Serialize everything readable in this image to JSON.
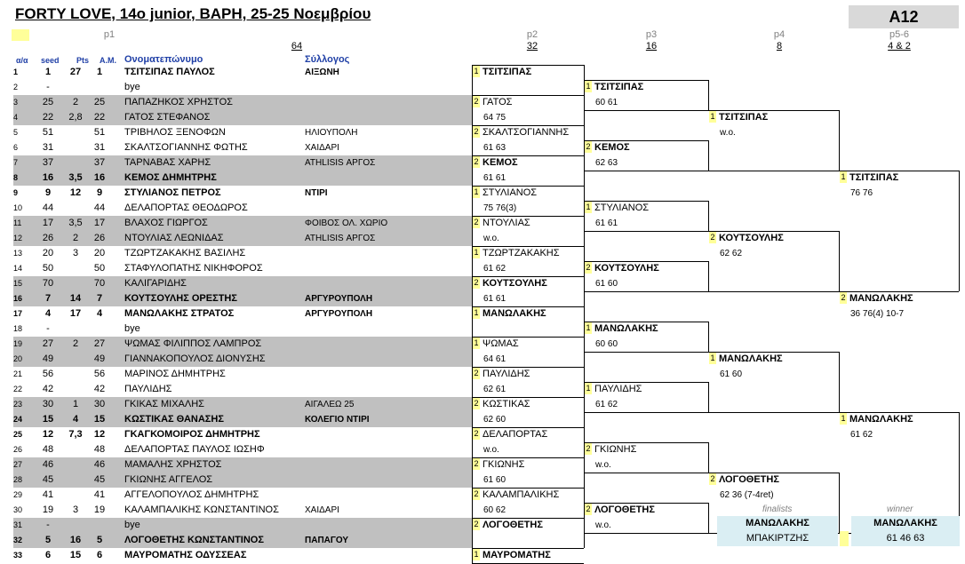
{
  "title": "FORTY LOVE, 14o junior, ΒΑΡΗ, 25-25 Νοεμβρίου",
  "badge": "A12",
  "rounds": [
    {
      "label": "p1",
      "count": "64"
    },
    {
      "label": "p2",
      "count": "32"
    },
    {
      "label": "p3",
      "count": "16"
    },
    {
      "label": "p4",
      "count": "8"
    },
    {
      "label": "p5-6",
      "count": "4 & 2"
    }
  ],
  "columns": {
    "num": "α/α",
    "seed": "seed",
    "pts": "Pts",
    "am": "Α.Μ.",
    "name": "Ονοματεπώνυμο",
    "club": "Σύλλογος"
  },
  "players": [
    {
      "n": "1",
      "seed": "1",
      "pts": "27",
      "am": "1",
      "name": "ΤΣΙΤΣΙΠΑΣ ΠΑΥΛΟΣ",
      "club": "ΑΙΞΩΝΗ",
      "bold": true,
      "gray": false
    },
    {
      "n": "2",
      "seed": "-",
      "pts": "",
      "am": "",
      "name": "bye",
      "club": "",
      "bold": false,
      "gray": false
    },
    {
      "n": "3",
      "seed": "25",
      "pts": "2",
      "am": "25",
      "name": "ΠΑΠΑΖΗΚΟΣ ΧΡΗΣΤΟΣ",
      "club": "",
      "bold": false,
      "gray": true
    },
    {
      "n": "4",
      "seed": "22",
      "pts": "2,8",
      "am": "22",
      "name": "ΓΑΤΟΣ ΣΤΕΦΑΝΟΣ",
      "club": "",
      "bold": false,
      "gray": true
    },
    {
      "n": "5",
      "seed": "51",
      "pts": "",
      "am": "51",
      "name": "ΤΡΙΒΗΛΟΣ ΞΕΝΟΦΩΝ",
      "club": "ΗΛΙΟΥΠΟΛΗ",
      "bold": false,
      "gray": false
    },
    {
      "n": "6",
      "seed": "31",
      "pts": "",
      "am": "31",
      "name": "ΣΚΑΛΤΣΟΓΙΑΝΝΗΣ ΦΩΤΗΣ",
      "club": "ΧΑΙΔΑΡΙ",
      "bold": false,
      "gray": false
    },
    {
      "n": "7",
      "seed": "37",
      "pts": "",
      "am": "37",
      "name": "ΤΑΡΝΑΒΑΣ ΧΑΡΗΣ",
      "club": "ATHLISIS ΑΡΓΟΣ",
      "bold": false,
      "gray": true
    },
    {
      "n": "8",
      "seed": "16",
      "pts": "3,5",
      "am": "16",
      "name": "ΚΕΜΟΣ ΔΗΜΗΤΡΗΣ",
      "club": "",
      "bold": true,
      "gray": true
    },
    {
      "n": "9",
      "seed": "9",
      "pts": "12",
      "am": "9",
      "name": "ΣΤΥΛΙΑΝΟΣ ΠΕΤΡΟΣ",
      "club": "ΝΤΙΡΙ",
      "bold": true,
      "gray": false
    },
    {
      "n": "10",
      "seed": "44",
      "pts": "",
      "am": "44",
      "name": "ΔΕΛΑΠΟΡΤΑΣ ΘΕΟΔΩΡΟΣ",
      "club": "",
      "bold": false,
      "gray": false
    },
    {
      "n": "11",
      "seed": "17",
      "pts": "3,5",
      "am": "17",
      "name": "ΒΛΑΧΟΣ ΓΙΩΡΓΟΣ",
      "club": "ΦΟΙΒΟΣ ΟΛ. ΧΩΡΙΟ",
      "bold": false,
      "gray": true
    },
    {
      "n": "12",
      "seed": "26",
      "pts": "2",
      "am": "26",
      "name": "ΝΤΟΥΛΙΑΣ ΛΕΩΝΙΔΑΣ",
      "club": "ATHLISIS ΑΡΓΟΣ",
      "bold": false,
      "gray": true
    },
    {
      "n": "13",
      "seed": "20",
      "pts": "3",
      "am": "20",
      "name": "ΤΖΩΡΤΖΑΚΑΚΗΣ ΒΑΣΙΛΗΣ",
      "club": "",
      "bold": false,
      "gray": false
    },
    {
      "n": "14",
      "seed": "50",
      "pts": "",
      "am": "50",
      "name": "ΣΤΑΦΥΛΟΠΑΤΗΣ ΝΙΚΗΦΟΡΟΣ",
      "club": "",
      "bold": false,
      "gray": false
    },
    {
      "n": "15",
      "seed": "70",
      "pts": "",
      "am": "70",
      "name": "ΚΑΛΙΓΑΡΙΔΗΣ",
      "club": "",
      "bold": false,
      "gray": true
    },
    {
      "n": "16",
      "seed": "7",
      "pts": "14",
      "am": "7",
      "name": "ΚΟΥΤΣΟΥΛΗΣ ΟΡΕΣΤΗΣ",
      "club": "ΑΡΓΥΡΟΥΠΟΛΗ",
      "bold": true,
      "gray": true
    },
    {
      "n": "17",
      "seed": "4",
      "pts": "17",
      "am": "4",
      "name": "ΜΑΝΩΛΑΚΗΣ ΣΤΡΑΤΟΣ",
      "club": "ΑΡΓΥΡΟΥΠΟΛΗ",
      "bold": true,
      "gray": false
    },
    {
      "n": "18",
      "seed": "-",
      "pts": "",
      "am": "",
      "name": "bye",
      "club": "",
      "bold": false,
      "gray": false
    },
    {
      "n": "19",
      "seed": "27",
      "pts": "2",
      "am": "27",
      "name": "ΨΩΜΑΣ ΦΙΛΙΠΠΟΣ ΛΑΜΠΡΟΣ",
      "club": "",
      "bold": false,
      "gray": true
    },
    {
      "n": "20",
      "seed": "49",
      "pts": "",
      "am": "49",
      "name": "ΓΙΑΝΝΑΚΟΠΟΥΛΟΣ ΔΙΟΝΥΣΗΣ",
      "club": "",
      "bold": false,
      "gray": true
    },
    {
      "n": "21",
      "seed": "56",
      "pts": "",
      "am": "56",
      "name": "ΜΑΡΙΝΟΣ ΔΗΜΗΤΡΗΣ",
      "club": "",
      "bold": false,
      "gray": false
    },
    {
      "n": "22",
      "seed": "42",
      "pts": "",
      "am": "42",
      "name": "ΠΑΥΛΙΔΗΣ",
      "club": "",
      "bold": false,
      "gray": false
    },
    {
      "n": "23",
      "seed": "30",
      "pts": "1",
      "am": "30",
      "name": "ΓΚΙΚΑΣ ΜΙΧΑΛΗΣ",
      "club": "ΑΙΓΑΛΕΩ 25",
      "bold": false,
      "gray": true
    },
    {
      "n": "24",
      "seed": "15",
      "pts": "4",
      "am": "15",
      "name": "ΚΩΣΤΙΚΑΣ ΘΑΝΑΣΗΣ",
      "club": "ΚΟΛΕΓΙΟ ΝΤΙΡΙ",
      "bold": true,
      "gray": true
    },
    {
      "n": "25",
      "seed": "12",
      "pts": "7,3",
      "am": "12",
      "name": "ΓΚΑΓΚΟΜΟΙΡΟΣ ΔΗΜΗΤΡΗΣ",
      "club": "",
      "bold": true,
      "gray": false
    },
    {
      "n": "26",
      "seed": "48",
      "pts": "",
      "am": "48",
      "name": "ΔΕΛΑΠΟΡΤΑΣ ΠΑΥΛΟΣ ΙΩΣΗΦ",
      "club": "",
      "bold": false,
      "gray": false
    },
    {
      "n": "27",
      "seed": "46",
      "pts": "",
      "am": "46",
      "name": "ΜΑΜΑΛΗΣ ΧΡΗΣΤΟΣ",
      "club": "",
      "bold": false,
      "gray": true
    },
    {
      "n": "28",
      "seed": "45",
      "pts": "",
      "am": "45",
      "name": "ΓΚΙΩΝΗΣ ΑΓΓΕΛΟΣ",
      "club": "",
      "bold": false,
      "gray": true
    },
    {
      "n": "29",
      "seed": "41",
      "pts": "",
      "am": "41",
      "name": "ΑΓΓΕΛΟΠΟΥΛΟΣ ΔΗΜΗΤΡΗΣ",
      "club": "",
      "bold": false,
      "gray": false
    },
    {
      "n": "30",
      "seed": "19",
      "pts": "3",
      "am": "19",
      "name": "ΚΑΛΑΜΠΑΛΙΚΗΣ ΚΩΝΣΤΑΝΤΙΝΟΣ",
      "club": "ΧΑΙΔΑΡΙ",
      "bold": false,
      "gray": false
    },
    {
      "n": "31",
      "seed": "-",
      "pts": "",
      "am": "",
      "name": "bye",
      "club": "",
      "bold": false,
      "gray": true
    },
    {
      "n": "32",
      "seed": "5",
      "pts": "16",
      "am": "5",
      "name": "ΛΟΓΟΘΕΤΗΣ ΚΩΝΣΤΑΝΤΙΝΟΣ",
      "club": "ΠΑΠΑΓΟΥ",
      "bold": true,
      "gray": true
    },
    {
      "n": "33",
      "seed": "6",
      "pts": "15",
      "am": "6",
      "name": "ΜΑΥΡΟΜΑΤΗΣ ΟΔΥΣΣΕΑΣ",
      "club": "",
      "bold": true,
      "gray": false
    }
  ],
  "r2": [
    {
      "pos": "1",
      "name": "ΤΣΙΤΣΙΠΑΣ",
      "score": "",
      "bold": true
    },
    {
      "pos": "2",
      "name": "ΓΑΤΟΣ",
      "score": "64 75",
      "bold": false
    },
    {
      "pos": "2",
      "name": "ΣΚΑΛΤΣΟΓΙΑΝΝΗΣ",
      "score": "61 63",
      "bold": false
    },
    {
      "pos": "2",
      "name": "ΚΕΜΟΣ",
      "score": "61 61",
      "bold": true
    },
    {
      "pos": "1",
      "name": "ΣΤΥΛΙΑΝΟΣ",
      "score": "75 76(3)",
      "bold": false
    },
    {
      "pos": "2",
      "name": "ΝΤΟΥΛΙΑΣ",
      "score": "w.o.",
      "bold": false
    },
    {
      "pos": "1",
      "name": "ΤΖΩΡΤΖΑΚΑΚΗΣ",
      "score": "61 62",
      "bold": false
    },
    {
      "pos": "2",
      "name": "ΚΟΥΤΣΟΥΛΗΣ",
      "score": "61 61",
      "bold": true
    },
    {
      "pos": "1",
      "name": "ΜΑΝΩΛΑΚΗΣ",
      "score": "",
      "bold": true
    },
    {
      "pos": "1",
      "name": "ΨΩΜΑΣ",
      "score": "64 61",
      "bold": false
    },
    {
      "pos": "2",
      "name": "ΠΑΥΛΙΔΗΣ",
      "score": "62 61",
      "bold": false
    },
    {
      "pos": "2",
      "name": "ΚΩΣΤΙΚΑΣ",
      "score": "62 60",
      "bold": false
    },
    {
      "pos": "2",
      "name": "ΔΕΛΑΠΟΡΤΑΣ",
      "score": "w.o.",
      "bold": false
    },
    {
      "pos": "2",
      "name": "ΓΚΙΩΝΗΣ",
      "score": "61 60",
      "bold": false
    },
    {
      "pos": "2",
      "name": "ΚΑΛΑΜΠΑΛΙΚΗΣ",
      "score": "60 62",
      "bold": false
    },
    {
      "pos": "2",
      "name": "ΛΟΓΟΘΕΤΗΣ",
      "score": "",
      "bold": true
    },
    {
      "pos": "1",
      "name": "ΜΑΥΡΟΜΑΤΗΣ",
      "score": "",
      "bold": true
    }
  ],
  "r3": [
    {
      "pos": "1",
      "name": "ΤΣΙΤΣΙΠΑΣ",
      "score": "60 61",
      "bold": true
    },
    {
      "pos": "2",
      "name": "ΚΕΜΟΣ",
      "score": "62 63",
      "bold": true
    },
    {
      "pos": "1",
      "name": "ΣΤΥΛΙΑΝΟΣ",
      "score": "61 61",
      "bold": false
    },
    {
      "pos": "2",
      "name": "ΚΟΥΤΣΟΥΛΗΣ",
      "score": "61 60",
      "bold": true
    },
    {
      "pos": "1",
      "name": "ΜΑΝΩΛΑΚΗΣ",
      "score": "60 60",
      "bold": true
    },
    {
      "pos": "1",
      "name": "ΠΑΥΛΙΔΗΣ",
      "score": "61 62",
      "bold": false
    },
    {
      "pos": "2",
      "name": "ΓΚΙΩΝΗΣ",
      "score": "w.o.",
      "bold": false
    },
    {
      "pos": "2",
      "name": "ΛΟΓΟΘΕΤΗΣ",
      "score": "w.o.",
      "bold": true
    }
  ],
  "r4": [
    {
      "pos": "1",
      "name": "ΤΣΙΤΣΙΠΑΣ",
      "score": "w.o.",
      "bold": true
    },
    {
      "pos": "2",
      "name": "ΚΟΥΤΣΟΥΛΗΣ",
      "score": "62 62",
      "bold": true
    },
    {
      "pos": "1",
      "name": "ΜΑΝΩΛΑΚΗΣ",
      "score": "61 60",
      "bold": true
    },
    {
      "pos": "2",
      "name": "ΛΟΓΟΘΕΤΗΣ",
      "score": "62 36 (7-4ret)",
      "bold": true
    }
  ],
  "r5": [
    {
      "pos": "1",
      "name": "ΤΣΙΤΣΙΠΑΣ",
      "score": "76 76",
      "bold": true
    },
    {
      "pos": "2",
      "name": "ΜΑΝΩΛΑΚΗΣ",
      "score": "36 76(4) 10-7",
      "bold": true
    },
    {
      "pos": "1",
      "name": "ΜΑΝΩΛΑΚΗΣ",
      "score": "61 62",
      "bold": true
    }
  ],
  "final": {
    "finalists_label": "finalists",
    "winner_label": "winner",
    "finalist1": "ΜΑΝΩΛΑΚΗΣ",
    "finalist2": "ΜΠΑΚΙΡΤΖΗΣ",
    "winner": "ΜΑΝΩΛΑΚΗΣ",
    "winner_score": "61 46 63"
  }
}
